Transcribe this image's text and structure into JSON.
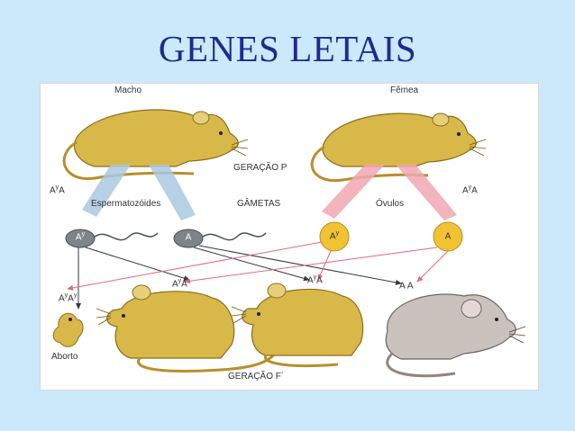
{
  "title": "GENES LETAIS",
  "labels": {
    "male": "Macho",
    "female": "Fêmea",
    "generation_p": "GERAÇÃO P",
    "sperm": "Espermatozóides",
    "gametes": "GÂMETAS",
    "ova": "Óvulos",
    "abortion": "Aborto",
    "generation_f1": "GERAÇÃO F´"
  },
  "genotypes": {
    "male_parent": {
      "base": "A",
      "sup": "y",
      "tail": "A"
    },
    "female_parent": {
      "base": "A",
      "sup": "y",
      "tail": "A"
    },
    "sperm_1": {
      "base": "A",
      "sup": "y",
      "tail": ""
    },
    "sperm_2": {
      "base": "A",
      "sup": "",
      "tail": ""
    },
    "ovum_1": {
      "base": "A",
      "sup": "y",
      "tail": ""
    },
    "ovum_2": {
      "base": "A",
      "sup": "",
      "tail": ""
    },
    "offspring_lethal": {
      "base": "A",
      "sup": "y",
      "tail": "A",
      "tail_sup": "y"
    },
    "offspring_yellow_1": {
      "base": "A",
      "sup": "y",
      "tail": "A"
    },
    "offspring_yellow_2": {
      "base": "A",
      "sup": "y",
      "tail": "A"
    },
    "offspring_normal": {
      "base": "A",
      "sup": "",
      "tail": " A"
    }
  },
  "colors": {
    "background": "#cce8fb",
    "title": "#1f2a8e",
    "yellow_mouse": "#d9b84a",
    "gray_mouse": "#c9c2bd",
    "sperm": "#7f8488",
    "ovum": "#f1c232",
    "female_arrow": "#e26a7a",
    "male_arrow": "#333a40"
  }
}
